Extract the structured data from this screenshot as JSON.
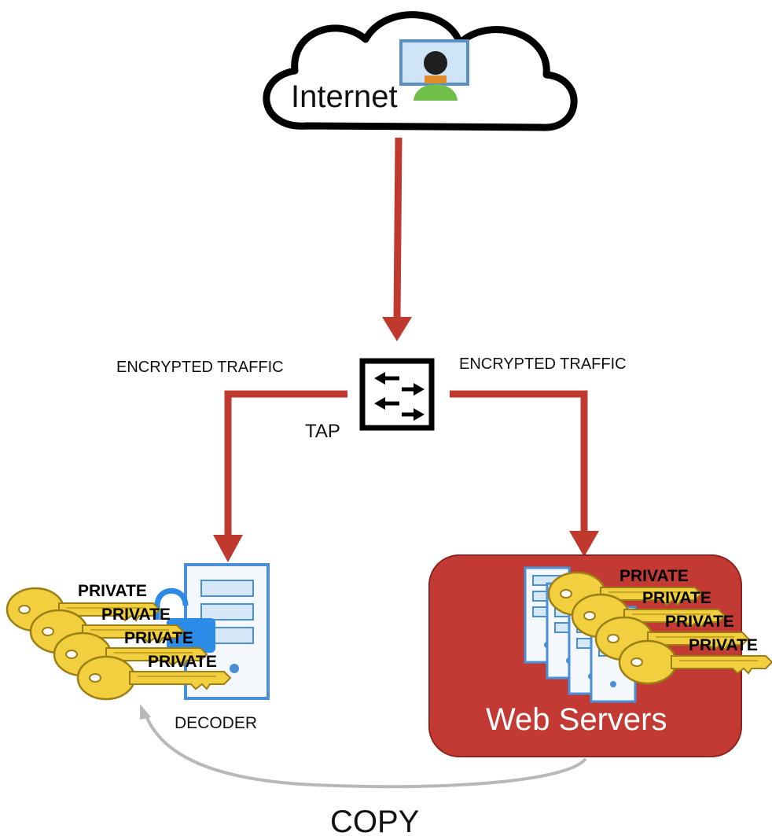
{
  "cloud": {
    "label": "Internet"
  },
  "tap": {
    "label": "TAP"
  },
  "traffic": {
    "left_label": "ENCRYPTED TRAFFIC",
    "right_label": "ENCRYPTED TRAFFIC"
  },
  "decoder": {
    "label": "DECODER",
    "keys": [
      "PRIVATE",
      "PRIVATE",
      "PRIVATE",
      "PRIVATE"
    ]
  },
  "web_servers": {
    "label": "Web Servers",
    "keys": [
      "PRIVATE",
      "PRIVATE",
      "PRIVATE",
      "PRIVATE"
    ]
  },
  "copy": {
    "label": "COPY"
  },
  "colors": {
    "arrow": "#c0392f",
    "server_box": "#c23a33",
    "key": "#f2cf3f",
    "server": "#4a90d9",
    "copy_arrow": "#b8b8b8",
    "lock": "#2b8be6"
  }
}
